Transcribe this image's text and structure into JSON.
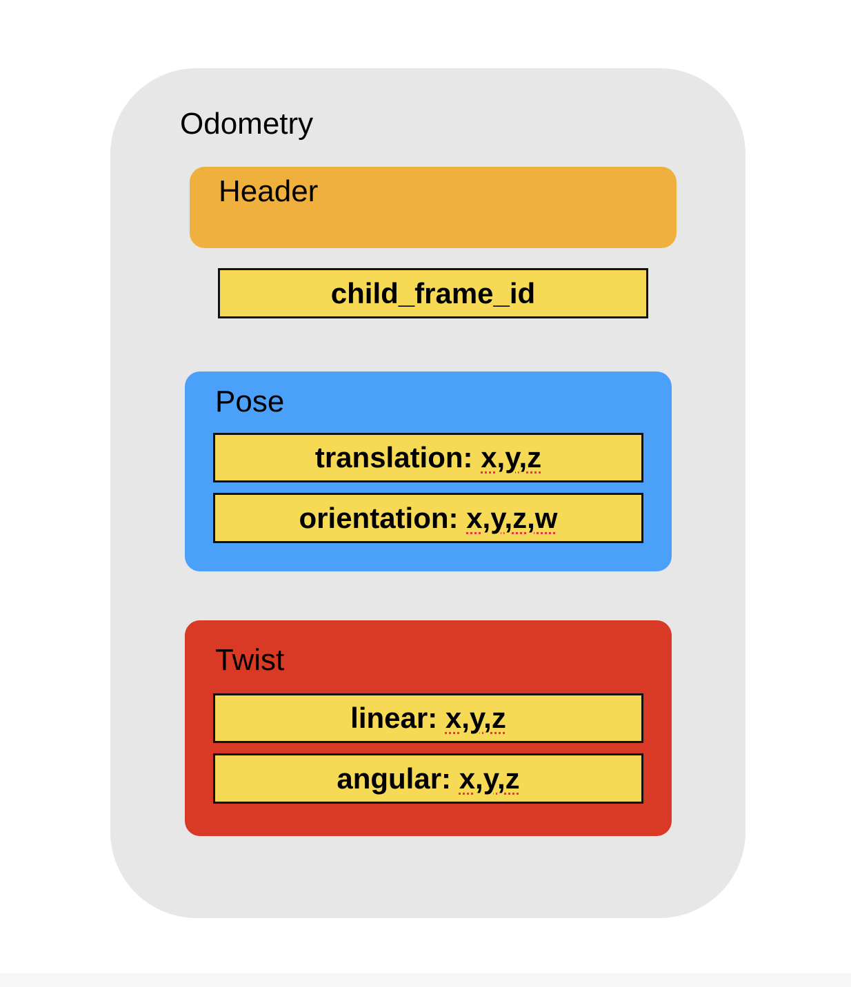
{
  "odometry": {
    "title": "Odometry"
  },
  "header": {
    "title": "Header"
  },
  "child_frame_id": {
    "label": "child_frame_id"
  },
  "pose": {
    "title": "Pose",
    "translation": {
      "name": "translation:",
      "value": "x,y,z"
    },
    "orientation": {
      "name": "orientation:",
      "value": "x,y,z,w"
    }
  },
  "twist": {
    "title": "Twist",
    "linear": {
      "name": "linear:",
      "value": "x,y,z"
    },
    "angular": {
      "name": "angular:",
      "value": "x,y,z"
    }
  },
  "colors": {
    "container": "#e7e7e7",
    "header": "#efb03d",
    "pose": "#4ba1f9",
    "twist": "#d83a25",
    "field": "#f6d955",
    "field_border": "#111111"
  }
}
